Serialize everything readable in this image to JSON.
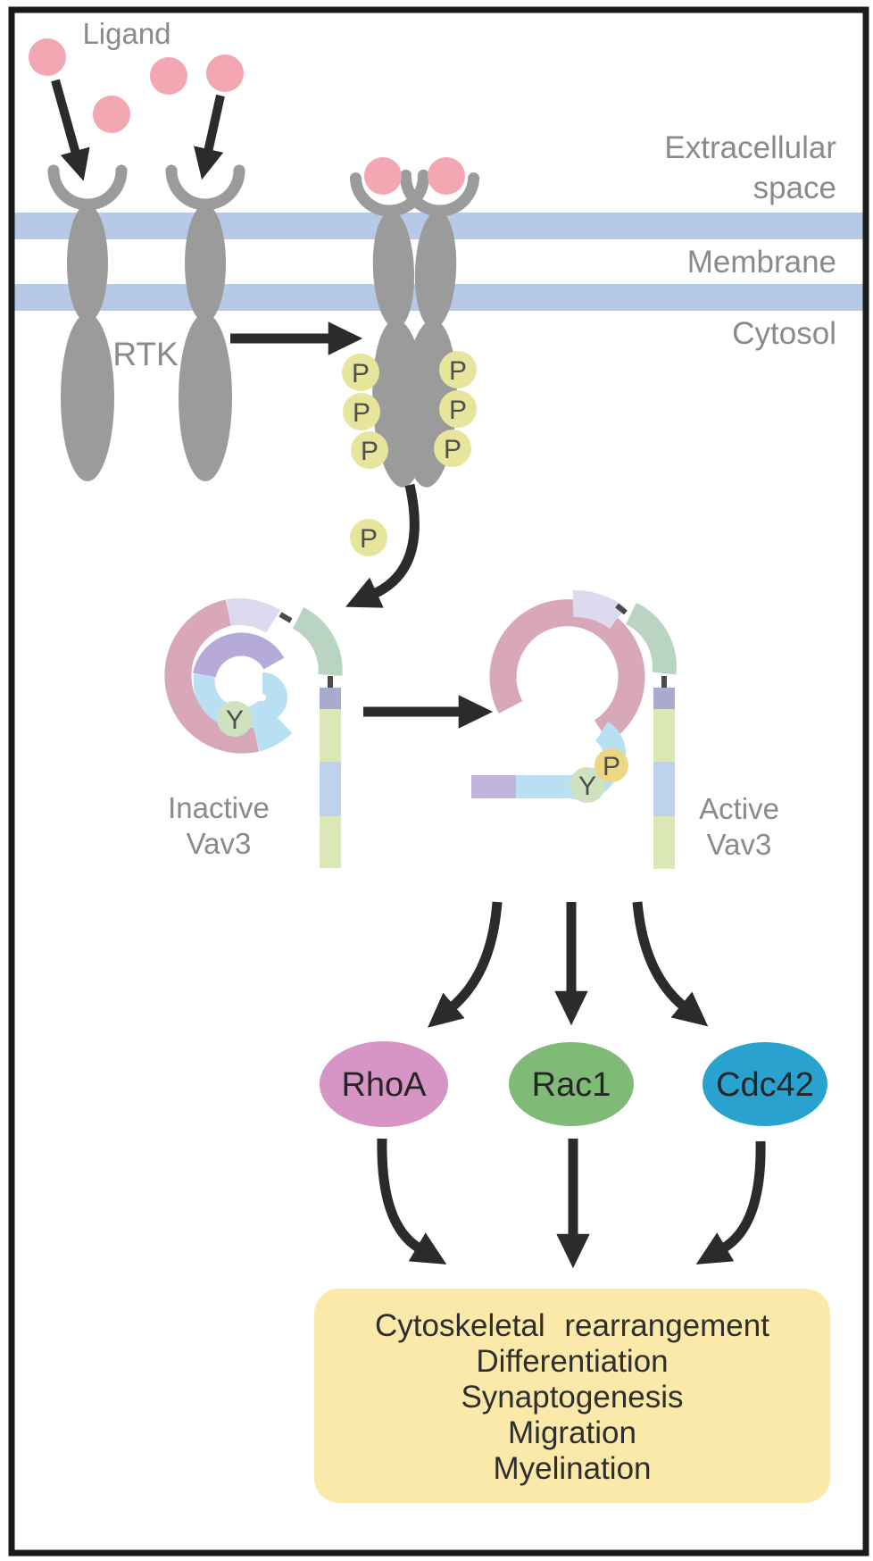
{
  "labels": {
    "ligand": "Ligand",
    "rtk": "RTK",
    "extracellular_line1": "Extracellular",
    "extracellular_line2": "space",
    "membrane": "Membrane",
    "cytosol": "Cytosol",
    "inactive_line1": "Inactive",
    "inactive_line2": "Vav3",
    "active_line1": "Active",
    "active_line2": "Vav3",
    "phosphate": "P",
    "tyrosine": "Y"
  },
  "gtpases": [
    {
      "name": "RhoA",
      "color": "#d795c5"
    },
    {
      "name": "Rac1",
      "color": "#7fba77"
    },
    {
      "name": "Cdc42",
      "color": "#2aa2cf"
    }
  ],
  "outcomes": {
    "lines": [
      "Cytoskeletal rearrangement",
      "Differentiation",
      "Synaptogenesis",
      "Migration",
      "Myelination"
    ],
    "box_color": "#fae9a8"
  },
  "colors": {
    "membrane": "#b6c9e6",
    "receptor": "#9b9b9b",
    "ligand": "#f3a7b2",
    "phosphate_fill": "#e7e49c",
    "phosphate_active_fill": "#ecd883",
    "tyrosine_fill": "#cfe2c0",
    "arrow": "#2b2b2b",
    "frame_border": "#1a1a1a",
    "label_gray": "#8a8a8a",
    "vav3_segments": {
      "ch_pink": "#d8a8b8",
      "lavender": "#dddaf0",
      "inner_purple": "#b6aad8",
      "light_blue": "#b8dff2",
      "green": "#b9d5c2",
      "tail_dark_blue": "#a8abce",
      "tail_green": "#dbe7b4",
      "tail_light_blue": "#bdd2ec",
      "arm_purple": "#c2b4de"
    }
  }
}
